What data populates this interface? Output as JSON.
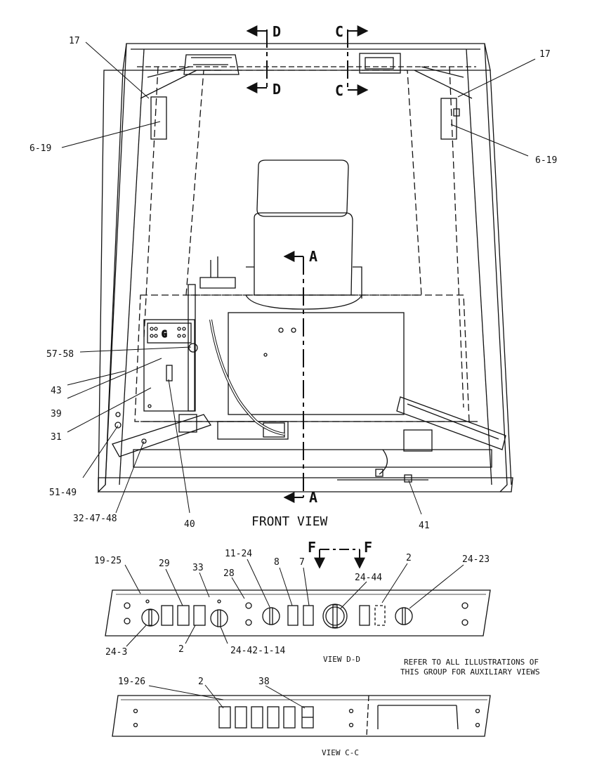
{
  "front_view": {
    "caption": "FRONT VIEW",
    "section_d_left": "D",
    "section_d_left_bottom": "D",
    "section_c_right": "C",
    "section_c_right_bottom": "C",
    "section_a_top": "A",
    "section_a_bottom": "A",
    "callouts": {
      "c17_left": "17",
      "c17_right": "17",
      "c6_19_left": "6-19",
      "c6_19_right": "6-19",
      "c57_58": "57-58",
      "c43": "43",
      "c39": "39",
      "c31": "31",
      "c51_49": "51-49",
      "c32_47_48": "32-47-48",
      "c40": "40",
      "c41": "41"
    }
  },
  "view_dd": {
    "caption": "VIEW D-D",
    "section_f_left": "F",
    "section_f_right": "F",
    "callouts": {
      "c19_25": "19-25",
      "c29": "29",
      "c33": "33",
      "c28": "28",
      "c11_24": "11-24",
      "c8": "8",
      "c7": "7",
      "c24_44": "24-44",
      "c2_top": "2",
      "c24_23": "24-23",
      "c24_3": "24-3",
      "c2_bottom": "2",
      "c24_42_1_14": "24-42-1-14"
    }
  },
  "note": {
    "line1": "REFER TO ALL ILLUSTRATIONS OF",
    "line2": "THIS GROUP FOR AUXILIARY VIEWS"
  },
  "view_cc": {
    "caption": "VIEW C-C",
    "callouts": {
      "c19_26": "19-26",
      "c2": "2",
      "c38": "38"
    }
  }
}
